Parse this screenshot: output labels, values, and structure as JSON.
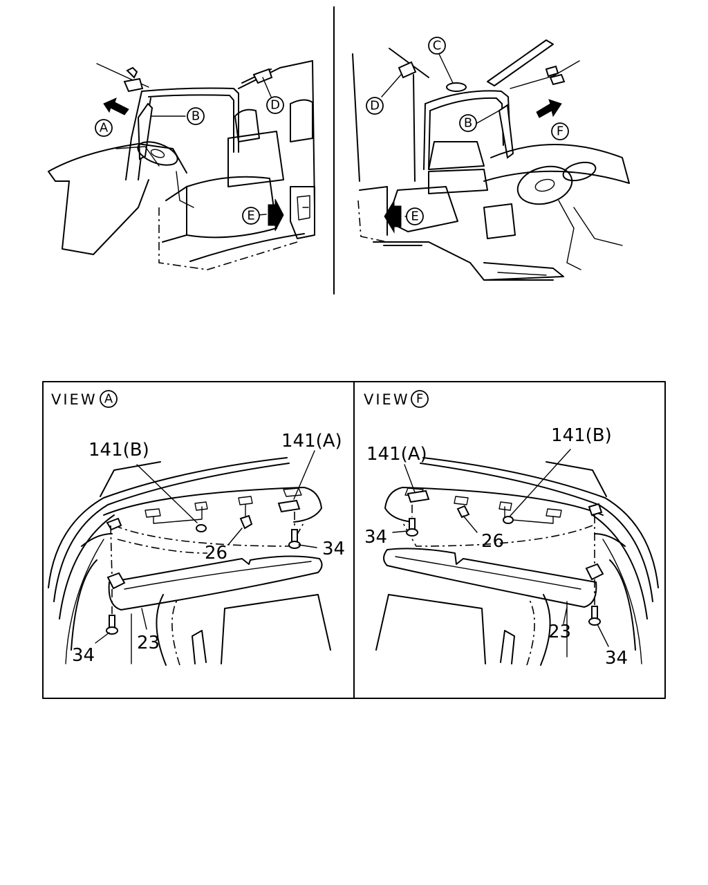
{
  "top": {
    "left": {
      "callouts": {
        "a": "A",
        "b": "B",
        "d": "D",
        "e": "E"
      }
    },
    "right": {
      "callouts": {
        "b": "B",
        "c": "C",
        "d": "D",
        "e": "E",
        "f": "F"
      }
    }
  },
  "views": {
    "left": {
      "title": "VIEW",
      "title_callout": "A",
      "parts": {
        "p141b": "141(B)",
        "p141a": "141(A)",
        "p26": "26",
        "p34a": "34",
        "p34b": "34",
        "p23": "23"
      }
    },
    "right": {
      "title": "VIEW",
      "title_callout": "F",
      "parts": {
        "p141a": "141(A)",
        "p141b": "141(B)",
        "p26": "26",
        "p34a": "34",
        "p34b": "34",
        "p23": "23"
      }
    }
  }
}
